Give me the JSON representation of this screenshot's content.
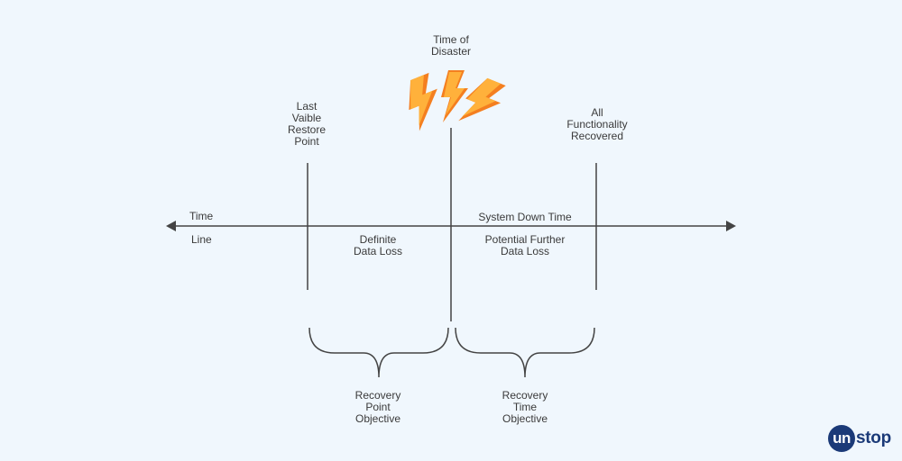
{
  "labels": {
    "time_of_disaster": "Time of\nDisaster",
    "last_viable_restore_point": "Last\nVaible\nRestore\nPoint",
    "all_functionality_recovered": "All\nFunctionality\nRecovered",
    "time": "Time",
    "line": "Line",
    "system_down_time": "System Down Time",
    "definite_data_loss": "Definite\nData Loss",
    "potential_further_data_loss": "Potential Further\nData Loss",
    "recovery_point_objective": "Recovery\nPoint\nObjective",
    "recovery_time_objective": "Recovery\nTime\nObjective"
  },
  "logo": {
    "badge": "un",
    "rest": "stop"
  },
  "colors": {
    "background": "#f0f7fd",
    "line": "#444444",
    "bolt_light": "#ffb13b",
    "bolt_dark": "#f47f20",
    "logo": "#1b3a78"
  },
  "icons": [
    "lightning-bolt-icon",
    "lightning-bolt-icon",
    "lightning-bolt-icon",
    "arrow-left-icon",
    "arrow-right-icon"
  ]
}
